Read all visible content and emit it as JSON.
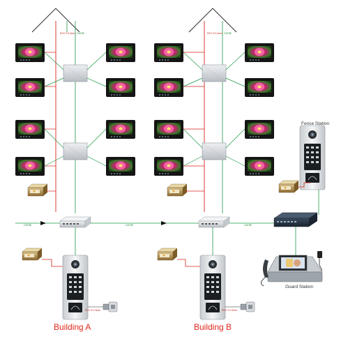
{
  "buildings": [
    {
      "name": "Building A"
    },
    {
      "name": "Building B"
    }
  ],
  "stations": {
    "fence": "Fence Station",
    "guard": "Guard Station"
  },
  "colors": {
    "network_line": "#1e9a48",
    "power_line": "#d8231b",
    "label_red": "#e0271a",
    "monitor_frame": "#151515"
  },
  "cable_labels": {
    "network": "CAT5E",
    "power": "RVV 2*1.0mm"
  },
  "icons": {
    "monitor": "indoor-monitor-icon",
    "switch": "network-switch-icon",
    "poe_switch": "poe-switch-icon",
    "power_supply": "power-supply-icon",
    "door_station": "door-station-icon",
    "lock": "electric-lock-icon",
    "guard": "guard-station-icon",
    "antenna": "antenna-icon"
  }
}
